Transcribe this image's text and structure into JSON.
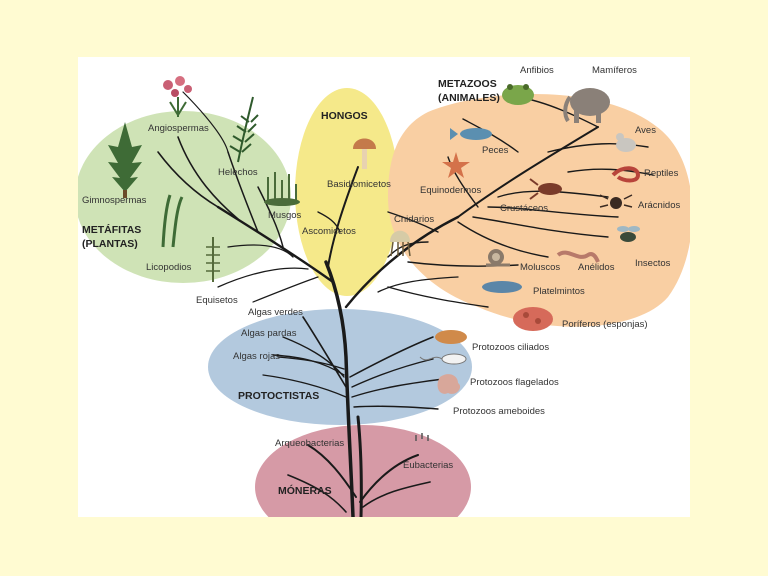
{
  "groups": {
    "metafitas_1": "METÁFITAS",
    "metafitas_2": "(PLANTAS)",
    "hongos": "HONGOS",
    "metazoos_1": "METAZOOS",
    "metazoos_2": "(ANIMALES)",
    "protoctistas": "PROTOCTISTAS",
    "moneras": "MÓNERAS"
  },
  "labels": {
    "angiospermas": "Angiospermas",
    "helechos": "Helechos",
    "gimnospermas": "Gimnospermas",
    "musgos": "Musgos",
    "licopodios": "Licopodios",
    "equisetos": "Equisetos",
    "basidiomicetos": "Basidiomicetos",
    "ascomicetos": "Ascomicetos",
    "anfibios": "Anfibios",
    "mamiferos": "Mamíferos",
    "peces": "Peces",
    "aves": "Aves",
    "equinodermos": "Equinodermos",
    "reptiles": "Reptiles",
    "cnidarios": "Cnidarios",
    "crustaceos": "Crustáceos",
    "aracnidos": "Arácnidos",
    "insectos": "Insectos",
    "moluscos": "Moluscos",
    "anelidos": "Anélidos",
    "platelmintos": "Platelmintos",
    "poriferos": "Poríferos (esponjas)",
    "algas_verdes": "Algas verdes",
    "algas_pardas": "Algas pardas",
    "algas_rojas": "Algas rojas",
    "protozoos_ciliados": "Protozoos ciliados",
    "protozoos_flagelados": "Protozoos flagelados",
    "protozoos_ameboides": "Protozoos ameboides",
    "arqueobacterias": "Arqueobacterias",
    "eubacterias": "Eubacterias"
  },
  "colors": {
    "background": "#fffbd2",
    "plants": "#cfe3b6",
    "fungi": "#f5e98a",
    "animals": "#f9cfa3",
    "protists": "#b3c9de",
    "monera": "#d69aa6",
    "branch": "#1a1a1a"
  }
}
